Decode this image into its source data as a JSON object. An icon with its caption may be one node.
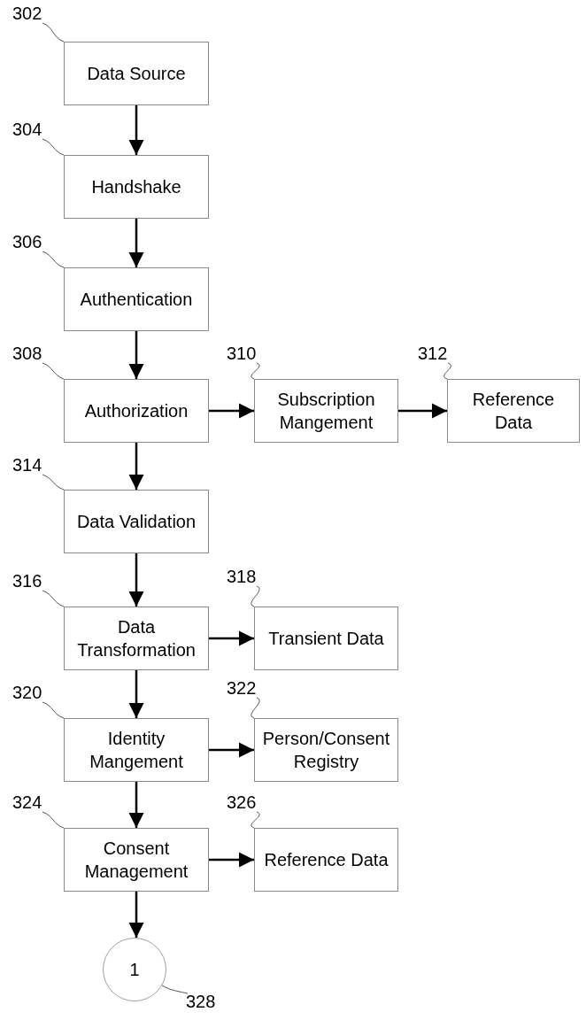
{
  "diagram": {
    "nodes": [
      {
        "text": [
          "302"
        ]
      },
      {
        "text": [
          "Data Source"
        ]
      },
      {
        "text": [
          "304"
        ]
      },
      {
        "text": [
          "Handshake"
        ]
      },
      {
        "text": [
          "306"
        ]
      },
      {
        "text": [
          "Authentication"
        ]
      },
      {
        "text": [
          "308"
        ]
      },
      {
        "text": [
          "Authorization"
        ]
      },
      {
        "text": [
          "310"
        ]
      },
      {
        "text": [
          "Subscription Mangement"
        ]
      },
      {
        "text": [
          "312"
        ]
      },
      {
        "text": [
          "Reference Data"
        ]
      },
      {
        "text": [
          "314"
        ]
      },
      {
        "text": [
          "Data Validation"
        ]
      },
      {
        "text": [
          "316"
        ]
      },
      {
        "text": [
          "Data Transformation"
        ]
      },
      {
        "text": [
          "318"
        ]
      },
      {
        "text": [
          "Transient Data"
        ]
      },
      {
        "text": [
          "320"
        ]
      },
      {
        "text": [
          "Identity Mangement"
        ]
      },
      {
        "text": [
          "322"
        ]
      },
      {
        "text": [
          "Person/Consent Registry"
        ]
      },
      {
        "text": [
          "324"
        ]
      },
      {
        "text": [
          "Consent Management"
        ]
      },
      {
        "text": [
          "326"
        ]
      },
      {
        "text": [
          "Reference Data"
        ]
      },
      {
        "text": [
          "1"
        ]
      },
      {
        "text": [
          "328"
        ]
      }
    ],
    "edges": [
      {
        "from": 1,
        "to": 3,
        "arrow": "to"
      },
      {
        "from": 3,
        "to": 5,
        "arrow": "to"
      },
      {
        "from": 5,
        "to": 7,
        "arrow": "to"
      },
      {
        "from": 7,
        "to": 9,
        "arrow": "to"
      },
      {
        "from": 9,
        "to": 11,
        "arrow": "to"
      },
      {
        "from": 7,
        "to": 13,
        "arrow": "to"
      },
      {
        "from": 13,
        "to": 15,
        "arrow": "to"
      },
      {
        "from": 15,
        "to": 17,
        "arrow": "to"
      },
      {
        "from": 15,
        "to": 19,
        "arrow": "to"
      },
      {
        "from": 19,
        "to": 21,
        "arrow": "to"
      },
      {
        "from": 19,
        "to": 23,
        "arrow": "to"
      },
      {
        "from": 23,
        "to": 25,
        "arrow": "to"
      },
      {
        "from": 23,
        "to": 26,
        "arrow": "to"
      },
      {
        "from": 0,
        "to": 1,
        "arrow": "none"
      },
      {
        "from": 2,
        "to": 3,
        "arrow": "none"
      },
      {
        "from": 4,
        "to": 5,
        "arrow": "none"
      },
      {
        "from": 6,
        "to": 7,
        "arrow": "none"
      },
      {
        "from": 8,
        "to": 9,
        "arrow": "none"
      },
      {
        "from": 10,
        "to": 11,
        "arrow": "none"
      },
      {
        "from": 12,
        "to": 13,
        "arrow": "none"
      },
      {
        "from": 14,
        "to": 15,
        "arrow": "none"
      },
      {
        "from": 16,
        "to": 17,
        "arrow": "none"
      },
      {
        "from": 18,
        "to": 19,
        "arrow": "none"
      },
      {
        "from": 20,
        "to": 21,
        "arrow": "none"
      },
      {
        "from": 22,
        "to": 23,
        "arrow": "none"
      },
      {
        "from": 24,
        "to": 25,
        "arrow": "none"
      },
      {
        "from": 27,
        "to": 26,
        "arrow": "none"
      }
    ]
  }
}
